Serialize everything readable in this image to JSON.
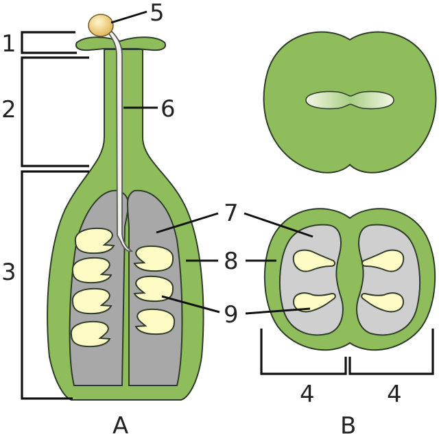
{
  "labels": {
    "n1": "1",
    "n2": "2",
    "n3": "3",
    "n4a": "4",
    "n4b": "4",
    "n5": "5",
    "n6": "6",
    "n7": "7",
    "n8": "8",
    "n9": "9",
    "panel_a": "A",
    "panel_b": "B"
  },
  "colors": {
    "tissue_green": "#8fbd5c",
    "cavity_gray": "#a8a8a8",
    "cavity_light_gray": "#cfcfcf",
    "ovule_cream": "#fffbc4",
    "pollen_yellow": "#e2bd5a",
    "outline": "#2e3b2a"
  }
}
